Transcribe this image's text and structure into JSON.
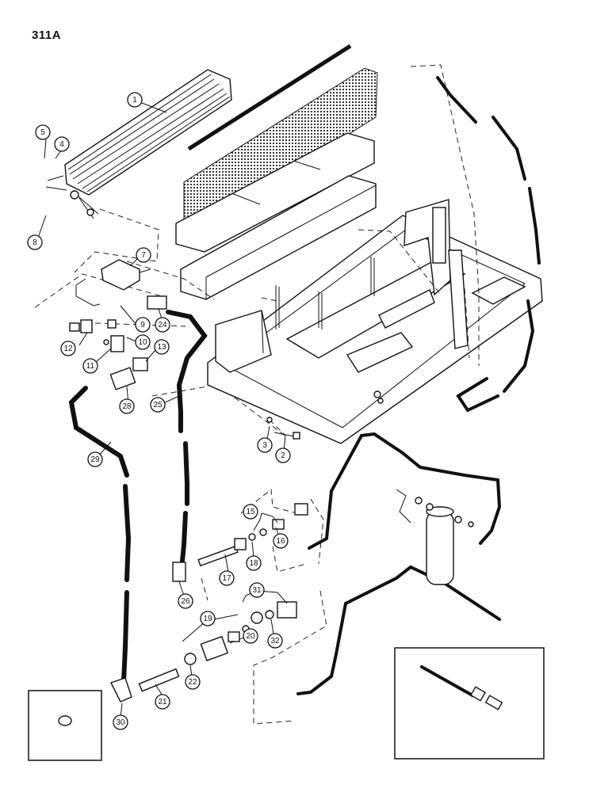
{
  "page": {
    "title": "311A"
  },
  "callouts": [
    {
      "id": "c1",
      "label": "1"
    },
    {
      "id": "c2",
      "label": "2"
    },
    {
      "id": "c3",
      "label": "3"
    },
    {
      "id": "c4",
      "label": "4"
    },
    {
      "id": "c5",
      "label": "5"
    },
    {
      "id": "c7",
      "label": "7"
    },
    {
      "id": "c8",
      "label": "8"
    },
    {
      "id": "c9",
      "label": "9"
    },
    {
      "id": "c10",
      "label": "10"
    },
    {
      "id": "c11",
      "label": "11"
    },
    {
      "id": "c12",
      "label": "12"
    },
    {
      "id": "c13",
      "label": "13"
    },
    {
      "id": "c15",
      "label": "15"
    },
    {
      "id": "c16",
      "label": "16"
    },
    {
      "id": "c17",
      "label": "17"
    },
    {
      "id": "c18",
      "label": "18"
    },
    {
      "id": "c19",
      "label": "19"
    },
    {
      "id": "c20",
      "label": "20"
    },
    {
      "id": "c21",
      "label": "21"
    },
    {
      "id": "c22",
      "label": "22"
    },
    {
      "id": "c24",
      "label": "24"
    },
    {
      "id": "c25",
      "label": "25"
    },
    {
      "id": "c26",
      "label": "26"
    },
    {
      "id": "c28",
      "label": "28"
    },
    {
      "id": "c29",
      "label": "29"
    },
    {
      "id": "c30",
      "label": "30"
    },
    {
      "id": "c31",
      "label": "31"
    },
    {
      "id": "c32",
      "label": "32"
    }
  ]
}
